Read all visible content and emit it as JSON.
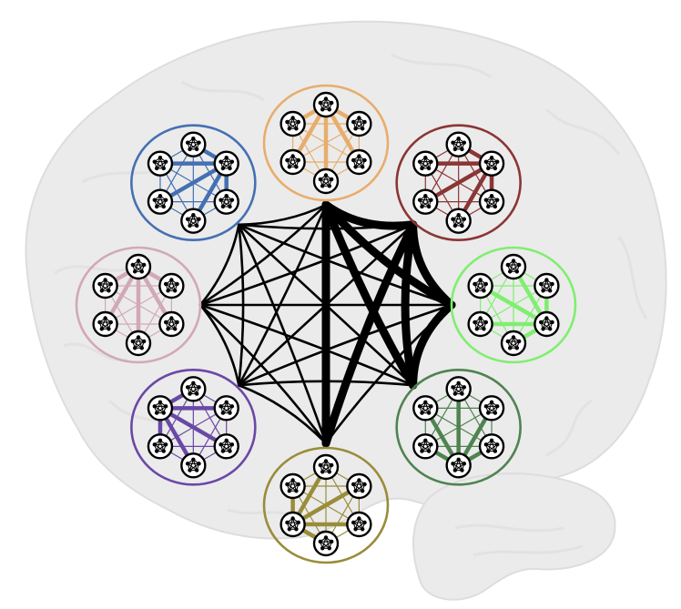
{
  "diagram": {
    "kind": "hierarchical modular network over brain silhouette",
    "background_icon": "brain-icon",
    "brain_fill": "#ebebeb",
    "brain_stroke": "#dddddd",
    "link_color": "#000000",
    "module_count": 8,
    "subnodes_per_module": 6,
    "modules": [
      {
        "id": "top",
        "color": "#e8ad6c"
      },
      {
        "id": "upper-right",
        "color": "#8b3535"
      },
      {
        "id": "right",
        "color": "#80ee70"
      },
      {
        "id": "lower-right",
        "color": "#4f8350"
      },
      {
        "id": "bottom",
        "color": "#9a8c3a"
      },
      {
        "id": "lower-left",
        "color": "#6a48a6"
      },
      {
        "id": "left",
        "color": "#d2a8b8"
      },
      {
        "id": "upper-left",
        "color": "#4470b3"
      }
    ],
    "inter_module_links": [
      {
        "from": 0,
        "to": 1,
        "weight": 4
      },
      {
        "from": 0,
        "to": 2,
        "weight": 4
      },
      {
        "from": 0,
        "to": 3,
        "weight": 4
      },
      {
        "from": 0,
        "to": 4,
        "weight": 4
      },
      {
        "from": 1,
        "to": 2,
        "weight": 4
      },
      {
        "from": 1,
        "to": 3,
        "weight": 4
      },
      {
        "from": 2,
        "to": 3,
        "weight": 4
      },
      {
        "from": 1,
        "to": 4,
        "weight": 4
      },
      {
        "from": 0,
        "to": 5,
        "weight": 1
      },
      {
        "from": 0,
        "to": 6,
        "weight": 1
      },
      {
        "from": 0,
        "to": 7,
        "weight": 1
      },
      {
        "from": 1,
        "to": 5,
        "weight": 1
      },
      {
        "from": 1,
        "to": 6,
        "weight": 1
      },
      {
        "from": 1,
        "to": 7,
        "weight": 1
      },
      {
        "from": 2,
        "to": 4,
        "weight": 1
      },
      {
        "from": 2,
        "to": 5,
        "weight": 1
      },
      {
        "from": 2,
        "to": 6,
        "weight": 1
      },
      {
        "from": 2,
        "to": 7,
        "weight": 1
      },
      {
        "from": 3,
        "to": 5,
        "weight": 1
      },
      {
        "from": 3,
        "to": 6,
        "weight": 1
      },
      {
        "from": 3,
        "to": 7,
        "weight": 1
      },
      {
        "from": 4,
        "to": 5,
        "weight": 1
      },
      {
        "from": 4,
        "to": 6,
        "weight": 1
      },
      {
        "from": 4,
        "to": 7,
        "weight": 1
      },
      {
        "from": 5,
        "to": 6,
        "weight": 1
      },
      {
        "from": 5,
        "to": 7,
        "weight": 1
      },
      {
        "from": 6,
        "to": 7,
        "weight": 1
      }
    ]
  }
}
